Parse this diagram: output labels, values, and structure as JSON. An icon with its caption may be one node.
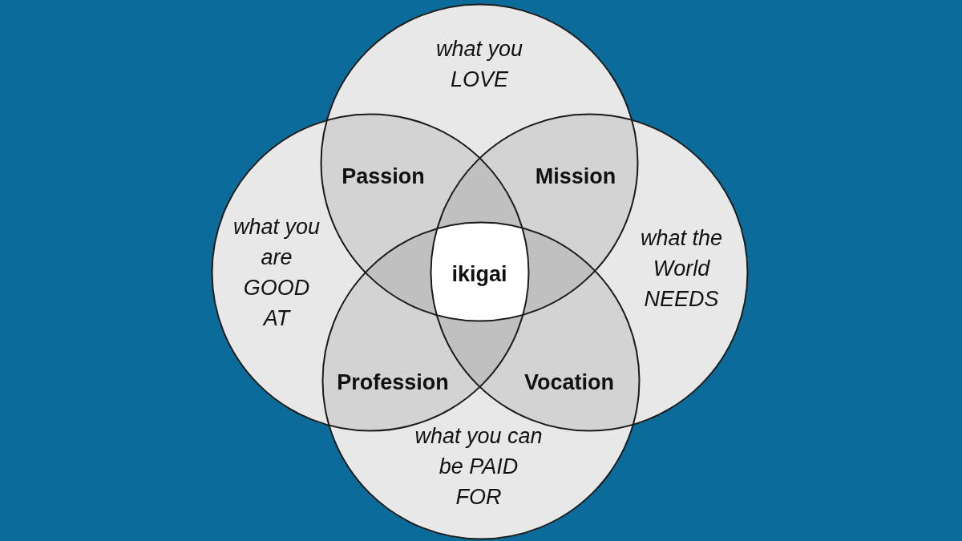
{
  "diagram": {
    "nodes": [
      {
        "text": [
          "what you LOVE"
        ]
      },
      {
        "text": [
          "what you are GOOD AT"
        ]
      },
      {
        "text": [
          "what the World NEEDS"
        ]
      },
      {
        "text": [
          "what you can be PAID FOR"
        ]
      },
      {
        "text": [
          "Passion"
        ]
      },
      {
        "text": [
          "Mission"
        ]
      },
      {
        "text": [
          "Profession"
        ]
      },
      {
        "text": [
          "Vocation"
        ]
      },
      {
        "text": [
          "ikigai"
        ]
      }
    ]
  }
}
